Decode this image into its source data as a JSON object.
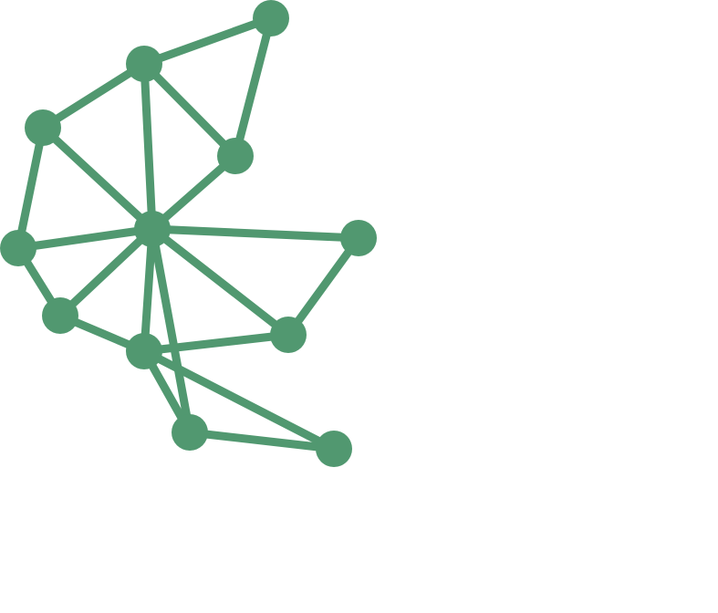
{
  "diagram": {
    "type": "network-graph",
    "colors": {
      "node": "#519870",
      "edge": "#519870",
      "background": "#ffffff"
    },
    "nodes": [
      {
        "id": "n1"
      },
      {
        "id": "n2"
      },
      {
        "id": "n3"
      },
      {
        "id": "n4"
      },
      {
        "id": "n5"
      },
      {
        "id": "n6"
      },
      {
        "id": "n7"
      },
      {
        "id": "n8"
      },
      {
        "id": "n9"
      },
      {
        "id": "n10"
      },
      {
        "id": "n11"
      },
      {
        "id": "n12"
      }
    ],
    "edges": [
      [
        "n1",
        "n2"
      ],
      [
        "n1",
        "n4"
      ],
      [
        "n2",
        "n3"
      ],
      [
        "n2",
        "n4"
      ],
      [
        "n2",
        "n6"
      ],
      [
        "n3",
        "n6"
      ],
      [
        "n3",
        "n5"
      ],
      [
        "n4",
        "n6"
      ],
      [
        "n5",
        "n6"
      ],
      [
        "n5",
        "n7"
      ],
      [
        "n6",
        "n8"
      ],
      [
        "n6",
        "n7"
      ],
      [
        "n6",
        "n9"
      ],
      [
        "n6",
        "n10"
      ],
      [
        "n6",
        "n11"
      ],
      [
        "n7",
        "n10"
      ],
      [
        "n8",
        "n9"
      ],
      [
        "n9",
        "n10"
      ],
      [
        "n10",
        "n12"
      ],
      [
        "n10",
        "n11"
      ],
      [
        "n11",
        "n12"
      ]
    ]
  }
}
